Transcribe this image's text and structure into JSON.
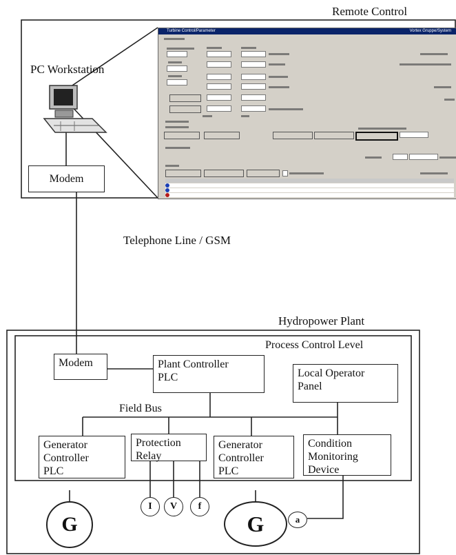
{
  "remote": {
    "title": "Remote Control",
    "pc_label": "PC Workstation",
    "modem_label": "Modem",
    "window_title": "Turbine Control/Parameter",
    "window_title_right": "Vortex Gruppe/System"
  },
  "link_label": "Telephone Line  / GSM",
  "plant": {
    "title": "Hydropower Plant",
    "process_level": "Process Control Level",
    "modem": "Modem",
    "plant_controller": [
      "Plant Controller",
      "PLC"
    ],
    "local_panel": [
      "Local Operator",
      "Panel"
    ],
    "field_bus": "Field Bus",
    "gen_controller_1": [
      "Generator",
      "Controller",
      "PLC"
    ],
    "protection_relay": [
      "Protection",
      "Relay"
    ],
    "gen_controller_2": [
      "Generator",
      "Controller",
      "PLC"
    ],
    "condition_monitor": [
      "Condition",
      "Monitoring",
      "Device"
    ],
    "sensors": [
      "I",
      "V",
      "f"
    ],
    "generator_1": "G",
    "generator_2": "G",
    "accel_sensor": "a"
  },
  "icons": {
    "pc": "pc-workstation-icon",
    "generator": "generator-icon"
  }
}
